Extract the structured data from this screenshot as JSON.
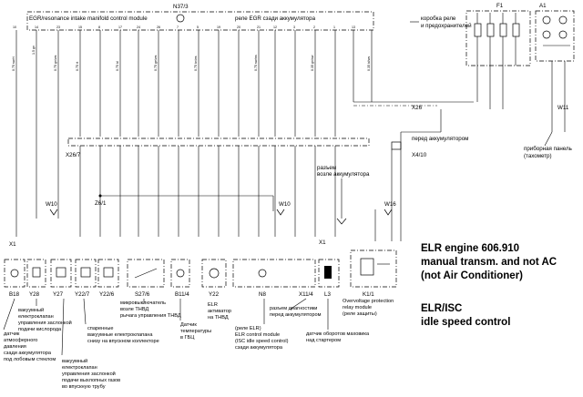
{
  "header": {
    "module_code": "N37/3",
    "egr_label": "EGR/resonance intake manifold control module",
    "egr_relay_label": "реле EGR сзади аккумулятора"
  },
  "top_right": {
    "fuse_box_code": "F1",
    "cluster_code": "A1",
    "fuse_box_label_1": "коробка реле",
    "fuse_box_label_2": "и предохранителей"
  },
  "connectors": {
    "x26": "X26",
    "x26_7": "X26/7",
    "z6_1": "Z6/1",
    "w10": "W10",
    "w10_2": "W10",
    "w16": "W16",
    "x4_10": "X4/10",
    "w11": "W11",
    "x1": "X1",
    "x1_2": "X1"
  },
  "side_labels": {
    "battery_front": "перед аккумулятором",
    "diag_conn_1": "разъем",
    "diag_conn_2": "возле аккумулятора",
    "cluster_1": "приборная панель",
    "cluster_2": "(тахометр)"
  },
  "components": [
    {
      "code": "B18"
    },
    {
      "code": "Y28"
    },
    {
      "code": "Y27"
    },
    {
      "code": "Y22/7"
    },
    {
      "code": "Y22/6"
    },
    {
      "code": "S27/6"
    },
    {
      "code": "B11/4"
    },
    {
      "code": "Y22"
    },
    {
      "code": "N8"
    },
    {
      "code": "X11/4"
    },
    {
      "code": "L3"
    },
    {
      "code": "K1/1"
    }
  ],
  "descriptions": {
    "b18": [
      "датчик",
      "атмосферного",
      "давления",
      "сзади аккумулятора",
      "под лобовым стеклом"
    ],
    "y28": [
      "вакуумный",
      "електроклапан",
      "управления заслонкой",
      "подачи кислорода"
    ],
    "y27": [
      "вакуумный",
      "електроклапан",
      "управления заслонкой",
      "подачи выхлопных газов",
      "во впускную трубу"
    ],
    "y22_7": [
      "спаренные",
      "вакуумные електроклапана",
      "снизу на впускном коллекторе"
    ],
    "s27_6": [
      "микровыключатель",
      "возле ТНВД",
      "рычага управления ТНВД"
    ],
    "b11_4": [
      "Датчик",
      "температуры",
      "в ГБЦ"
    ],
    "y22": [
      "ELR",
      "активатор",
      "на ТНВД"
    ],
    "n8": [
      "(реле ELR)",
      "ELR control module",
      "(ISC idle speed control)",
      "сзади аккумулятора"
    ],
    "x11_4": [
      "разъем диагностики",
      "перед аккумулятором"
    ],
    "l3": [
      "датчик оборотов маховика",
      "над стартером"
    ],
    "k1_1": [
      "Overvoltage protection",
      "relay module",
      "(реле защиты)"
    ]
  },
  "wire_codes": [
    "0.75 sw/rt",
    "1.5 gn",
    "0.75 gn/ws",
    "0.75 rt",
    "0.75 bl",
    "0.75 ge/ws",
    "0.75 br/ws",
    "0.75 sw/ws",
    "0.35 gn/sw",
    "0.35 bl/ws"
  ],
  "info": {
    "title_line1": "ELR engine 606.910",
    "title_line2": "manual transm. and not AC",
    "title_line3": "(not Air Conditioner)",
    "subtitle_line1": "ELR/ISC",
    "subtitle_line2": "idle speed control"
  }
}
